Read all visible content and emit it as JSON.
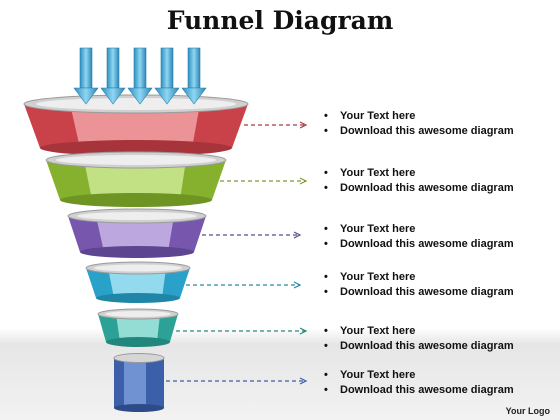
{
  "title": "Funnel Diagram",
  "colors": {
    "arrow": "#4fb0dc",
    "levels": [
      "#d85a60",
      "#9bc53d",
      "#8c6fc2",
      "#3fb3d6",
      "#3fb5a8",
      "#4a6fb5"
    ]
  },
  "levels": [
    {
      "lines": [
        "Your Text here",
        "Download this awesome diagram"
      ]
    },
    {
      "lines": [
        "Your Text here",
        "Download this awesome diagram"
      ]
    },
    {
      "lines": [
        "Your Text here",
        "Download this awesome diagram"
      ]
    },
    {
      "lines": [
        "Your Text here",
        "Download this awesome diagram"
      ]
    },
    {
      "lines": [
        "Your Text here",
        "Download this awesome diagram"
      ]
    },
    {
      "lines": [
        "Your Text here",
        "Download this awesome diagram"
      ]
    }
  ],
  "logo": "Your Logo"
}
